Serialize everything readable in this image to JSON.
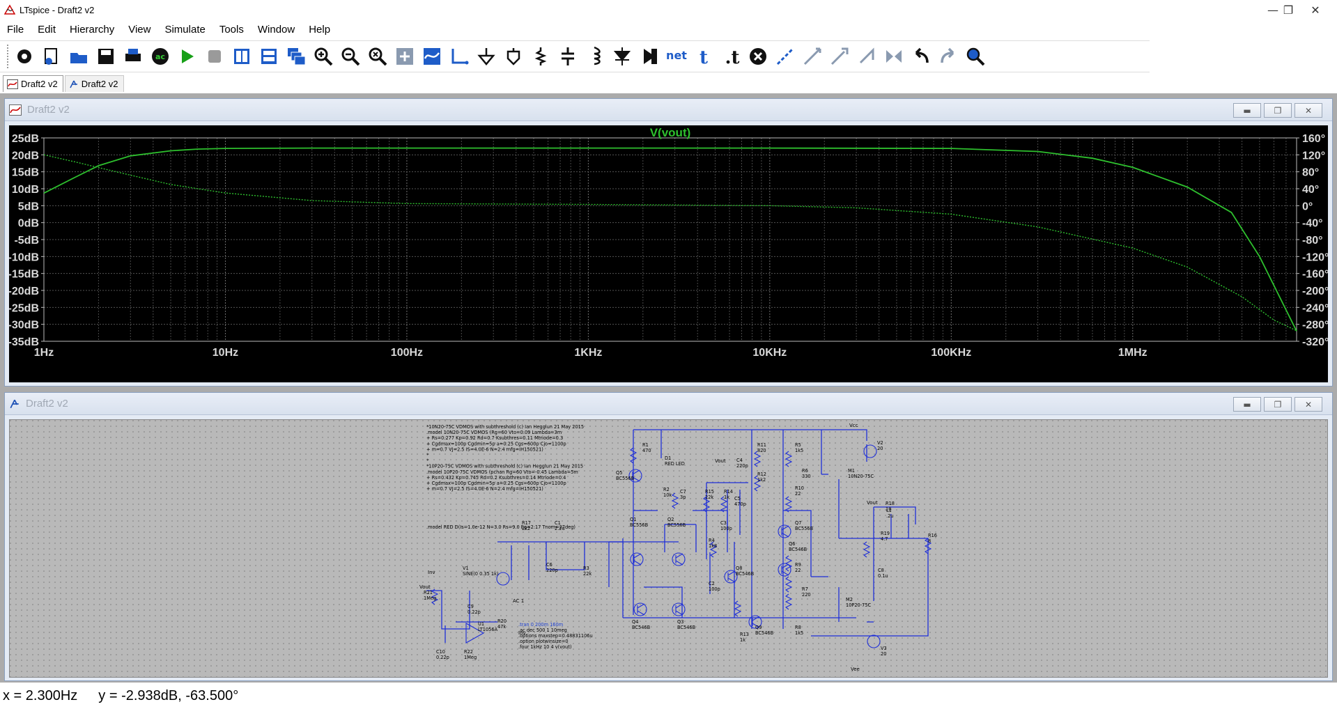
{
  "window": {
    "title": "LTspice - Draft2 v2",
    "minimize": "—",
    "maximize": "❐",
    "close": "✕"
  },
  "menu": [
    "File",
    "Edit",
    "Hierarchy",
    "View",
    "Simulate",
    "Tools",
    "Window",
    "Help"
  ],
  "toolbar": {
    "icons": [
      "gear-icon",
      "new-schematic-icon",
      "open-icon",
      "save-icon",
      "print-icon",
      "ac-run-icon",
      "run-icon",
      "halt-icon",
      "tile-vertical-icon",
      "tile-horizontal-icon",
      "cascade-icon",
      "zoom-in-icon",
      "zoom-out-icon",
      "zoom-fit-icon",
      "zoom-full-icon",
      "autorange-icon",
      "wire-icon",
      "ground-icon",
      "label-net-icon",
      "resistor-icon",
      "capacitor-icon",
      "inductor-icon",
      "diode-icon",
      "component-icon",
      "netlist-icon",
      "text-icon",
      "spice-directive-icon",
      "delete-icon",
      "duplicate-icon",
      "move-icon",
      "drag-icon",
      "rotate-icon",
      "mirror-icon",
      "undo-icon",
      "redo-icon",
      "find-icon"
    ]
  },
  "tabs": [
    {
      "label": "Draft2 v2",
      "kind": "plot"
    },
    {
      "label": "Draft2 v2",
      "kind": "schematic"
    }
  ],
  "plot_window": {
    "title": "Draft2 v2"
  },
  "schematic_window": {
    "title": "Draft2 v2"
  },
  "chart_data": {
    "type": "line",
    "title": "V(vout)",
    "x_scale": "log",
    "xlim": [
      1,
      8000000
    ],
    "x_ticks": [
      "1Hz",
      "10Hz",
      "100Hz",
      "1KHz",
      "10KHz",
      "100KHz",
      "1MHz"
    ],
    "y_ticks": [
      "25dB",
      "20dB",
      "15dB",
      "10dB",
      "5dB",
      "0dB",
      "-5dB",
      "-10dB",
      "-15dB",
      "-20dB",
      "-25dB",
      "-30dB",
      "-35dB"
    ],
    "ylim": [
      -35,
      25
    ],
    "y2_ticks": [
      "160°",
      "120°",
      "80°",
      "40°",
      "0°",
      "-40°",
      "-80°",
      "-120°",
      "-160°",
      "-200°",
      "-240°",
      "-280°",
      "-320°"
    ],
    "y2lim": [
      -320,
      160
    ],
    "grid": true,
    "series": [
      {
        "name": "magnitude",
        "axis": "left",
        "style": "solid",
        "color": "#2ec02e",
        "x": [
          1,
          1.5,
          2,
          3,
          5,
          7,
          10,
          30,
          100,
          1000,
          10000,
          100000,
          300000,
          600000,
          1000000,
          2000000,
          3500000,
          5000000,
          8000000
        ],
        "y": [
          8.7,
          13.5,
          16.8,
          19.7,
          21.2,
          21.7,
          21.9,
          22.0,
          22.0,
          22.0,
          22.0,
          21.9,
          21.0,
          19.0,
          16.3,
          10.5,
          3.0,
          -10.0,
          -32.0
        ]
      },
      {
        "name": "phase",
        "axis": "right",
        "style": "dotted",
        "color": "#2ec02e",
        "x": [
          1,
          1.5,
          2,
          3,
          5,
          10,
          30,
          100,
          1000,
          10000,
          30000,
          100000,
          300000,
          1000000,
          2000000,
          4000000,
          6000000,
          8000000
        ],
        "y": [
          120,
          103,
          90,
          72,
          50,
          30,
          12,
          5,
          3,
          0,
          -5,
          -20,
          -50,
          -100,
          -145,
          -215,
          -270,
          -295
        ]
      }
    ]
  },
  "schematic": {
    "model_text": [
      "*10N20-75C VDMOS with subthreshold (c) Ian Hegglun 21 May 2015",
      ".model 10N20-75C VDMOS (Rg=60 Vto=0.09 Lambda=3m",
      "+ Rs=0.277 Kp=0.92 Rd=0.7 Ksubthres=0.11 Mtriode=0.3",
      "+ Cgdmax=100p Cgdmin=5p a=0.25 Cgs=600p Cjo=1100p",
      "+ m=0.7 VJ=2.5 IS=4.0E-6 N=2.4 mfg=IH150521)",
      "*",
      "*",
      "*10P20-75C VDMOS with subthreshold (c) Ian Hegglun 21 May 2015",
      ".model 10P20-75C VDMOS (pchan Rg=60 Vto=-0.45 Lambda=5m",
      "+ Rs=0.432 Kp=0.745 Rd=0.2 Ksubthres=0.14 Mtriode=0.4",
      "+ Cgdmax=100p Cgdmin=5p a=0.25 Cgs=600p Cjo=1100p",
      "+ m=0.7 VJ=2.5 IS=4.0E-6 N=2.4 mfg=IH150521)"
    ],
    "red_model": ".model RED D(Is=1.0e-12 N=3.0 Rs=9.0 Eg=2.17 Tnom=27deg)",
    "directives": [
      ".tran 0 200m 160m",
      ".ac dec 500 1 10meg",
      ".options maxstep=0.48831106u",
      ".option plotwinsize=0",
      ".four 1kHz 10 4 v(vout)"
    ],
    "parts": [
      {
        "t": "R1",
        "v": "470"
      },
      {
        "t": "D1",
        "v": "RED LED"
      },
      {
        "t": "Q5",
        "v": "BC556B"
      },
      {
        "t": "R2",
        "v": "10k"
      },
      {
        "t": "C7",
        "v": "3p"
      },
      {
        "t": "R15",
        "v": "22k"
      },
      {
        "t": "R14",
        "v": "1k"
      },
      {
        "t": "C4",
        "v": "220p"
      },
      {
        "t": "R11",
        "v": "820"
      },
      {
        "t": "R12",
        "v": "1k2"
      },
      {
        "t": "R5",
        "v": "1k5"
      },
      {
        "t": "R6",
        "v": "330"
      },
      {
        "t": "M1",
        "v": "10N20-75C"
      },
      {
        "t": "V2",
        "v": "20"
      },
      {
        "t": "C5",
        "v": "470p"
      },
      {
        "t": "R10",
        "v": "22"
      },
      {
        "t": "Q7",
        "v": "BC556B"
      },
      {
        "t": "R18",
        "v": "10"
      },
      {
        "t": "L1",
        "v": ".2u"
      },
      {
        "t": "Q1",
        "v": "BC556B"
      },
      {
        "t": "Q2",
        "v": "BC556B"
      },
      {
        "t": "C3",
        "v": "100p"
      },
      {
        "t": "R4",
        "v": "1k8"
      },
      {
        "t": "Q6",
        "v": "BC546B"
      },
      {
        "t": "R19",
        "v": "4.7"
      },
      {
        "t": "R16",
        "v": "8"
      },
      {
        "t": "R17",
        "v": "2k2"
      },
      {
        "t": "C1",
        "v": "2.2u"
      },
      {
        "t": "V1",
        "v": "SINE(0 0.35 1k)"
      },
      {
        "t": "C6",
        "v": "220p"
      },
      {
        "t": "R3",
        "v": "22k"
      },
      {
        "t": "Q8",
        "v": "BC546B"
      },
      {
        "t": "C2",
        "v": "100p"
      },
      {
        "t": "R9",
        "v": "22"
      },
      {
        "t": "C8",
        "v": "0.1u"
      },
      {
        "t": "R7",
        "v": "220"
      },
      {
        "t": "M2",
        "v": "10P20-75C"
      },
      {
        "t": "R21",
        "v": "1Meg"
      },
      {
        "t": "C9",
        "v": "0.22p"
      },
      {
        "t": "U1",
        "v": "LT1056A"
      },
      {
        "t": "R20",
        "v": "47k"
      },
      {
        "t": "Q4",
        "v": "BC546B"
      },
      {
        "t": "Q3",
        "v": "BC546B"
      },
      {
        "t": "Q9",
        "v": "BC546B"
      },
      {
        "t": "R13",
        "v": "1k"
      },
      {
        "t": "R8",
        "v": "1k5"
      },
      {
        "t": "V3",
        "v": "20"
      },
      {
        "t": "C10",
        "v": "0.22p"
      },
      {
        "t": "R22",
        "v": "1Meg"
      }
    ],
    "net_labels": [
      "Vcc",
      "Vee",
      "Vout",
      "Vout",
      "Inv",
      "Inv",
      "Vout",
      "AC 1"
    ]
  },
  "status": {
    "x": "x = 2.300Hz",
    "y": "y = -2.938dB, -63.500°"
  }
}
